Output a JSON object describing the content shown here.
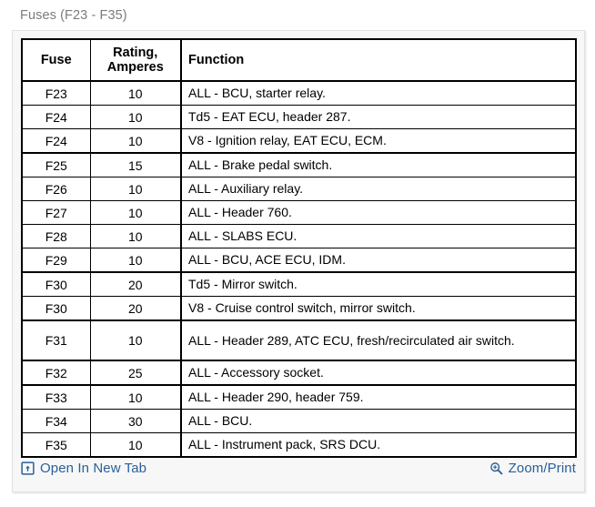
{
  "page": {
    "title": "Fuses (F23 - F35)",
    "title_color": "#7b7b7b",
    "link_color": "#2a6099",
    "panel_bg": "#f7f7f7",
    "table_border_color": "#000000"
  },
  "table": {
    "columns": [
      {
        "key": "fuse",
        "label": "Fuse"
      },
      {
        "key": "rating",
        "label": "Rating,\nAmperes",
        "line1": "Rating,",
        "line2": "Amperes"
      },
      {
        "key": "function",
        "label": "Function"
      }
    ],
    "rows": [
      {
        "fuse": "F23",
        "rating": "10",
        "function": "ALL - BCU, starter relay."
      },
      {
        "fuse": "F24",
        "rating": "10",
        "function": "Td5 - EAT ECU, header 287."
      },
      {
        "fuse": "F24",
        "rating": "10",
        "function": "V8 - Ignition relay, EAT ECU, ECM."
      },
      {
        "fuse": "F25",
        "rating": "15",
        "function": "ALL - Brake pedal switch."
      },
      {
        "fuse": "F26",
        "rating": "10",
        "function": "ALL - Auxiliary relay."
      },
      {
        "fuse": "F27",
        "rating": "10",
        "function": "ALL - Header 760."
      },
      {
        "fuse": "F28",
        "rating": "10",
        "function": "ALL - SLABS ECU."
      },
      {
        "fuse": "F29",
        "rating": "10",
        "function": "ALL - BCU, ACE ECU, IDM."
      },
      {
        "fuse": "F30",
        "rating": "20",
        "function": "Td5 - Mirror switch."
      },
      {
        "fuse": "F30",
        "rating": "20",
        "function": "V8 - Cruise control switch, mirror switch."
      },
      {
        "fuse": "F31",
        "rating": "10",
        "function": "ALL - Header 289, ATC ECU, fresh/recirculated air switch."
      },
      {
        "fuse": "F32",
        "rating": "25",
        "function": "ALL - Accessory socket."
      },
      {
        "fuse": "F33",
        "rating": "10",
        "function": "ALL - Header 290, header 759."
      },
      {
        "fuse": "F34",
        "rating": "30",
        "function": "ALL - BCU."
      },
      {
        "fuse": "F35",
        "rating": "10",
        "function": "ALL - Instrument pack, SRS DCU."
      }
    ]
  },
  "footer": {
    "open_new_tab": {
      "label": "Open In New Tab",
      "icon": "open-in-new-tab-icon"
    },
    "zoom_print": {
      "label": "Zoom/Print",
      "icon": "magnifier-plus-icon"
    }
  }
}
